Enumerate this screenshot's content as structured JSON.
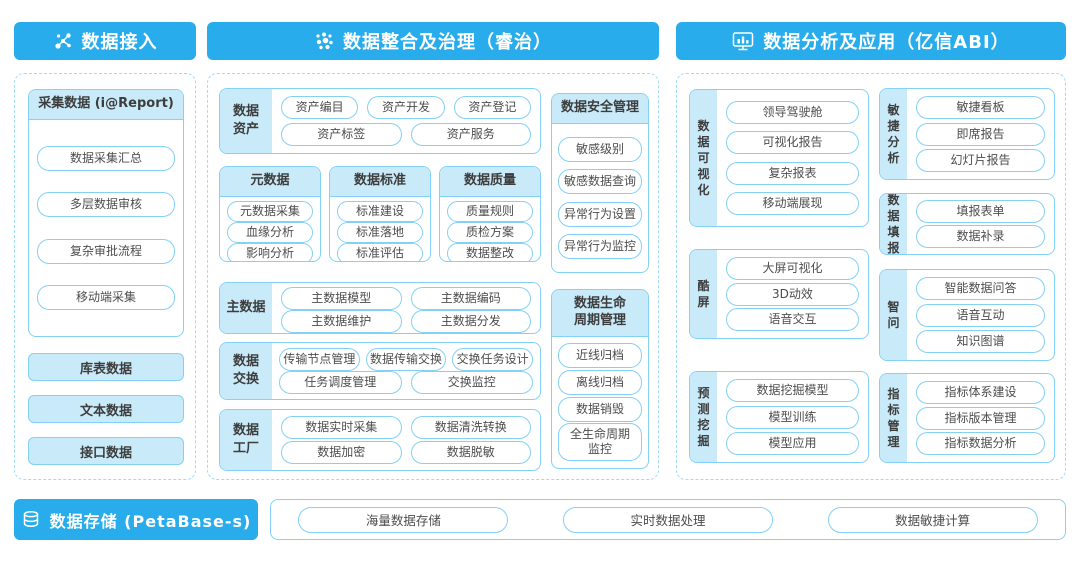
{
  "palette": {
    "header_blue": "#29ACEB",
    "panel_fill": "#C9EAF9",
    "line_blue": "#83D1F4",
    "text": "#4D4D4D"
  },
  "access": {
    "header": "数据接入",
    "collect": {
      "title": "采集数据 (i@Report)",
      "items": [
        "数据采集汇总",
        "多层数据审核",
        "复杂审批流程",
        "移动端采集"
      ]
    },
    "sources": [
      "库表数据",
      "文本数据",
      "接口数据"
    ]
  },
  "governance": {
    "header": "数据整合及治理（睿治）",
    "asset": {
      "label": "数据\n资产",
      "row1": [
        "资产编目",
        "资产开发",
        "资产登记"
      ],
      "row2": [
        "资产标签",
        "资产服务"
      ]
    },
    "triple": [
      {
        "title": "元数据",
        "items": [
          "元数据采集",
          "血缘分析",
          "影响分析"
        ]
      },
      {
        "title": "数据标准",
        "items": [
          "标准建设",
          "标准落地",
          "标准评估"
        ]
      },
      {
        "title": "数据质量",
        "items": [
          "质量规则",
          "质检方案",
          "数据整改"
        ]
      }
    ],
    "master": {
      "label": "主数据",
      "row1": [
        "主数据模型",
        "主数据编码"
      ],
      "row2": [
        "主数据维护",
        "主数据分发"
      ]
    },
    "exchange": {
      "label": "数据\n交换",
      "row1": [
        "传输节点管理",
        "数据传输交换",
        "交换任务设计"
      ],
      "row2": [
        "任务调度管理",
        "交换监控"
      ]
    },
    "factory": {
      "label": "数据\n工厂",
      "row1": [
        "数据实时采集",
        "数据清洗转换"
      ],
      "row2": [
        "数据加密",
        "数据脱敏"
      ]
    },
    "security": {
      "title": "数据安全管理",
      "items": [
        "敏感级别",
        "敏感数据查询",
        "异常行为设置",
        "异常行为监控"
      ]
    },
    "lifecycle": {
      "title": "数据生命\n周期管理",
      "items": [
        "近线归档",
        "离线归档",
        "数据销毁",
        "全生命周期\n监控"
      ]
    }
  },
  "analysis": {
    "header": "数据分析及应用（亿信ABI）",
    "groups_left": [
      {
        "label": "数据可视化",
        "items": [
          "领导驾驶舱",
          "可视化报告",
          "复杂报表",
          "移动端展现"
        ]
      },
      {
        "label": "酷屏",
        "items": [
          "大屏可视化",
          "3D动效",
          "语音交互"
        ]
      },
      {
        "label": "预测挖掘",
        "items": [
          "数据挖掘模型",
          "模型训练",
          "模型应用"
        ]
      }
    ],
    "groups_right": [
      {
        "label": "敏捷分析",
        "items": [
          "敏捷看板",
          "即席报告",
          "幻灯片报告"
        ]
      },
      {
        "label": "数据填报",
        "items": [
          "填报表单",
          "数据补录"
        ]
      },
      {
        "label": "智问",
        "items": [
          "智能数据问答",
          "语音互动",
          "知识图谱"
        ]
      },
      {
        "label": "指标管理",
        "items": [
          "指标体系建设",
          "指标版本管理",
          "指标数据分析"
        ]
      }
    ]
  },
  "storage": {
    "header": "数据存储 (PetaBase-s)",
    "items": [
      "海量数据存储",
      "实时数据处理",
      "数据敏捷计算"
    ]
  }
}
